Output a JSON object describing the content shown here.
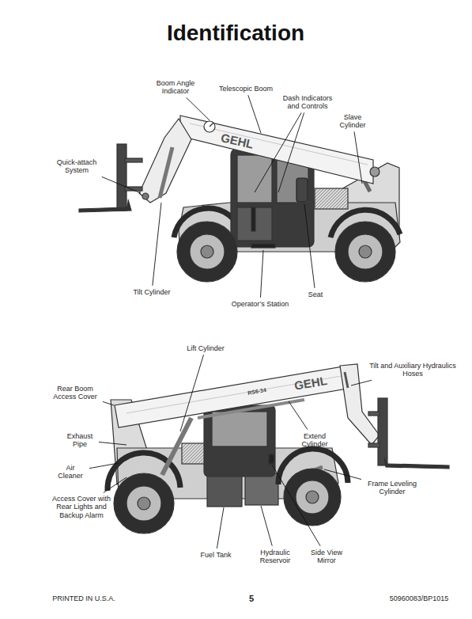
{
  "diagram": {
    "title": "Identification",
    "labels": [
      "Boom Angle Indicator",
      "Telescopic Boom",
      "Dash Indicators and Controls",
      "Slave Cylinder",
      "Quick-attach System",
      "GEHL",
      "Tilt Cylinder",
      "Seat",
      "Operator’s Station",
      "Lift Cylinder",
      "Tilt and Auxiliary Hydraulics Hoses",
      "Rear Boom Access Cover",
      "GEHL",
      "RS6-34",
      "Exhaust Pipe",
      "Extend Cylinder",
      "Air Cleaner",
      "Frame Leveling Cylinder",
      "Access Cover with Rear Lights and Backup Alarm",
      "Fuel Tank",
      "Hydraulic Reservoir",
      "Side View Mirror",
      "PRINTED IN U.S.A.",
      "5",
      "50960083/BP1015"
    ]
  }
}
